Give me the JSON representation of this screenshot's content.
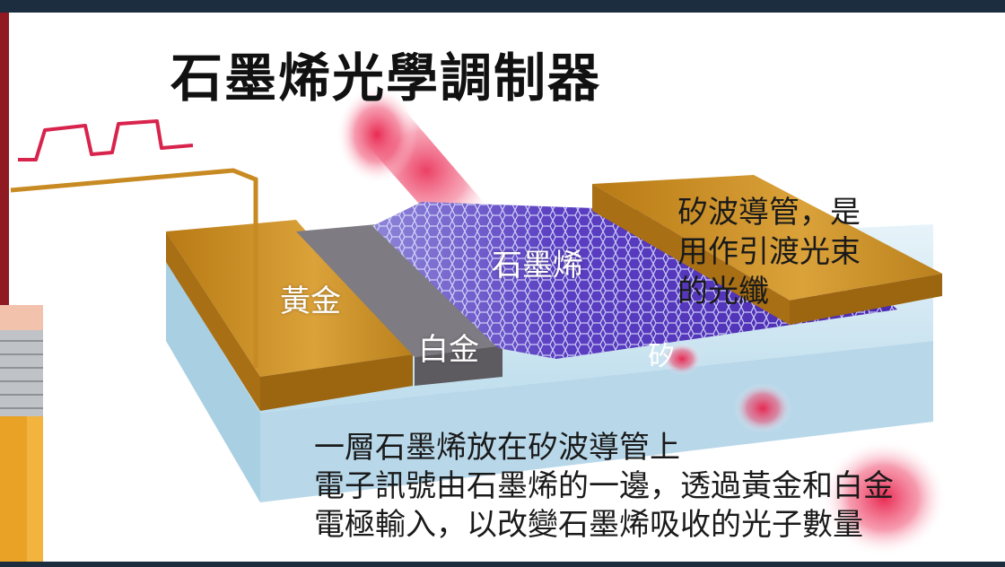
{
  "title": "石墨烯光學調制器",
  "labels": {
    "gold": "黃金",
    "platinum": "白金",
    "graphene": "石墨烯",
    "silicon": "矽"
  },
  "waveguide_note": [
    "矽波導管，是",
    "用作引渡光束",
    "的光纖"
  ],
  "bottom_note": [
    "一層石墨烯放在矽波導管上",
    "電子訊號由石墨烯的一邊，透過黃金和白金",
    "電極輸入，以改變石墨烯吸收的光子數量"
  ],
  "colors": {
    "gold": "#c98a1f",
    "platinum": "#7d7b80",
    "graphene": "#5a3fc0",
    "substrate": "#cfe6f2",
    "light": "#e8204a",
    "signal": "#d8244c"
  }
}
